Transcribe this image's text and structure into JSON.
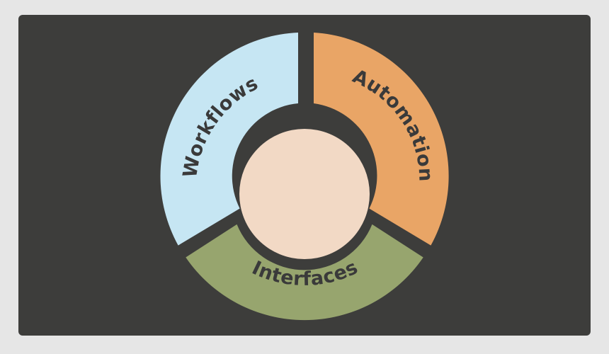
{
  "diagram": {
    "segments": [
      {
        "id": "workflows",
        "label": "Workflows",
        "color": "#c6e6f3"
      },
      {
        "id": "automation",
        "label": "Automation",
        "color": "#e9a566"
      },
      {
        "id": "interfaces",
        "label": "Interfaces",
        "color": "#97a56e"
      }
    ],
    "center": {
      "label": "",
      "color": "#f2d9c5"
    },
    "colors": {
      "panel": "#3d3d3b",
      "frame": "#e6e6e6",
      "label_text": "#3a3a3a"
    }
  }
}
